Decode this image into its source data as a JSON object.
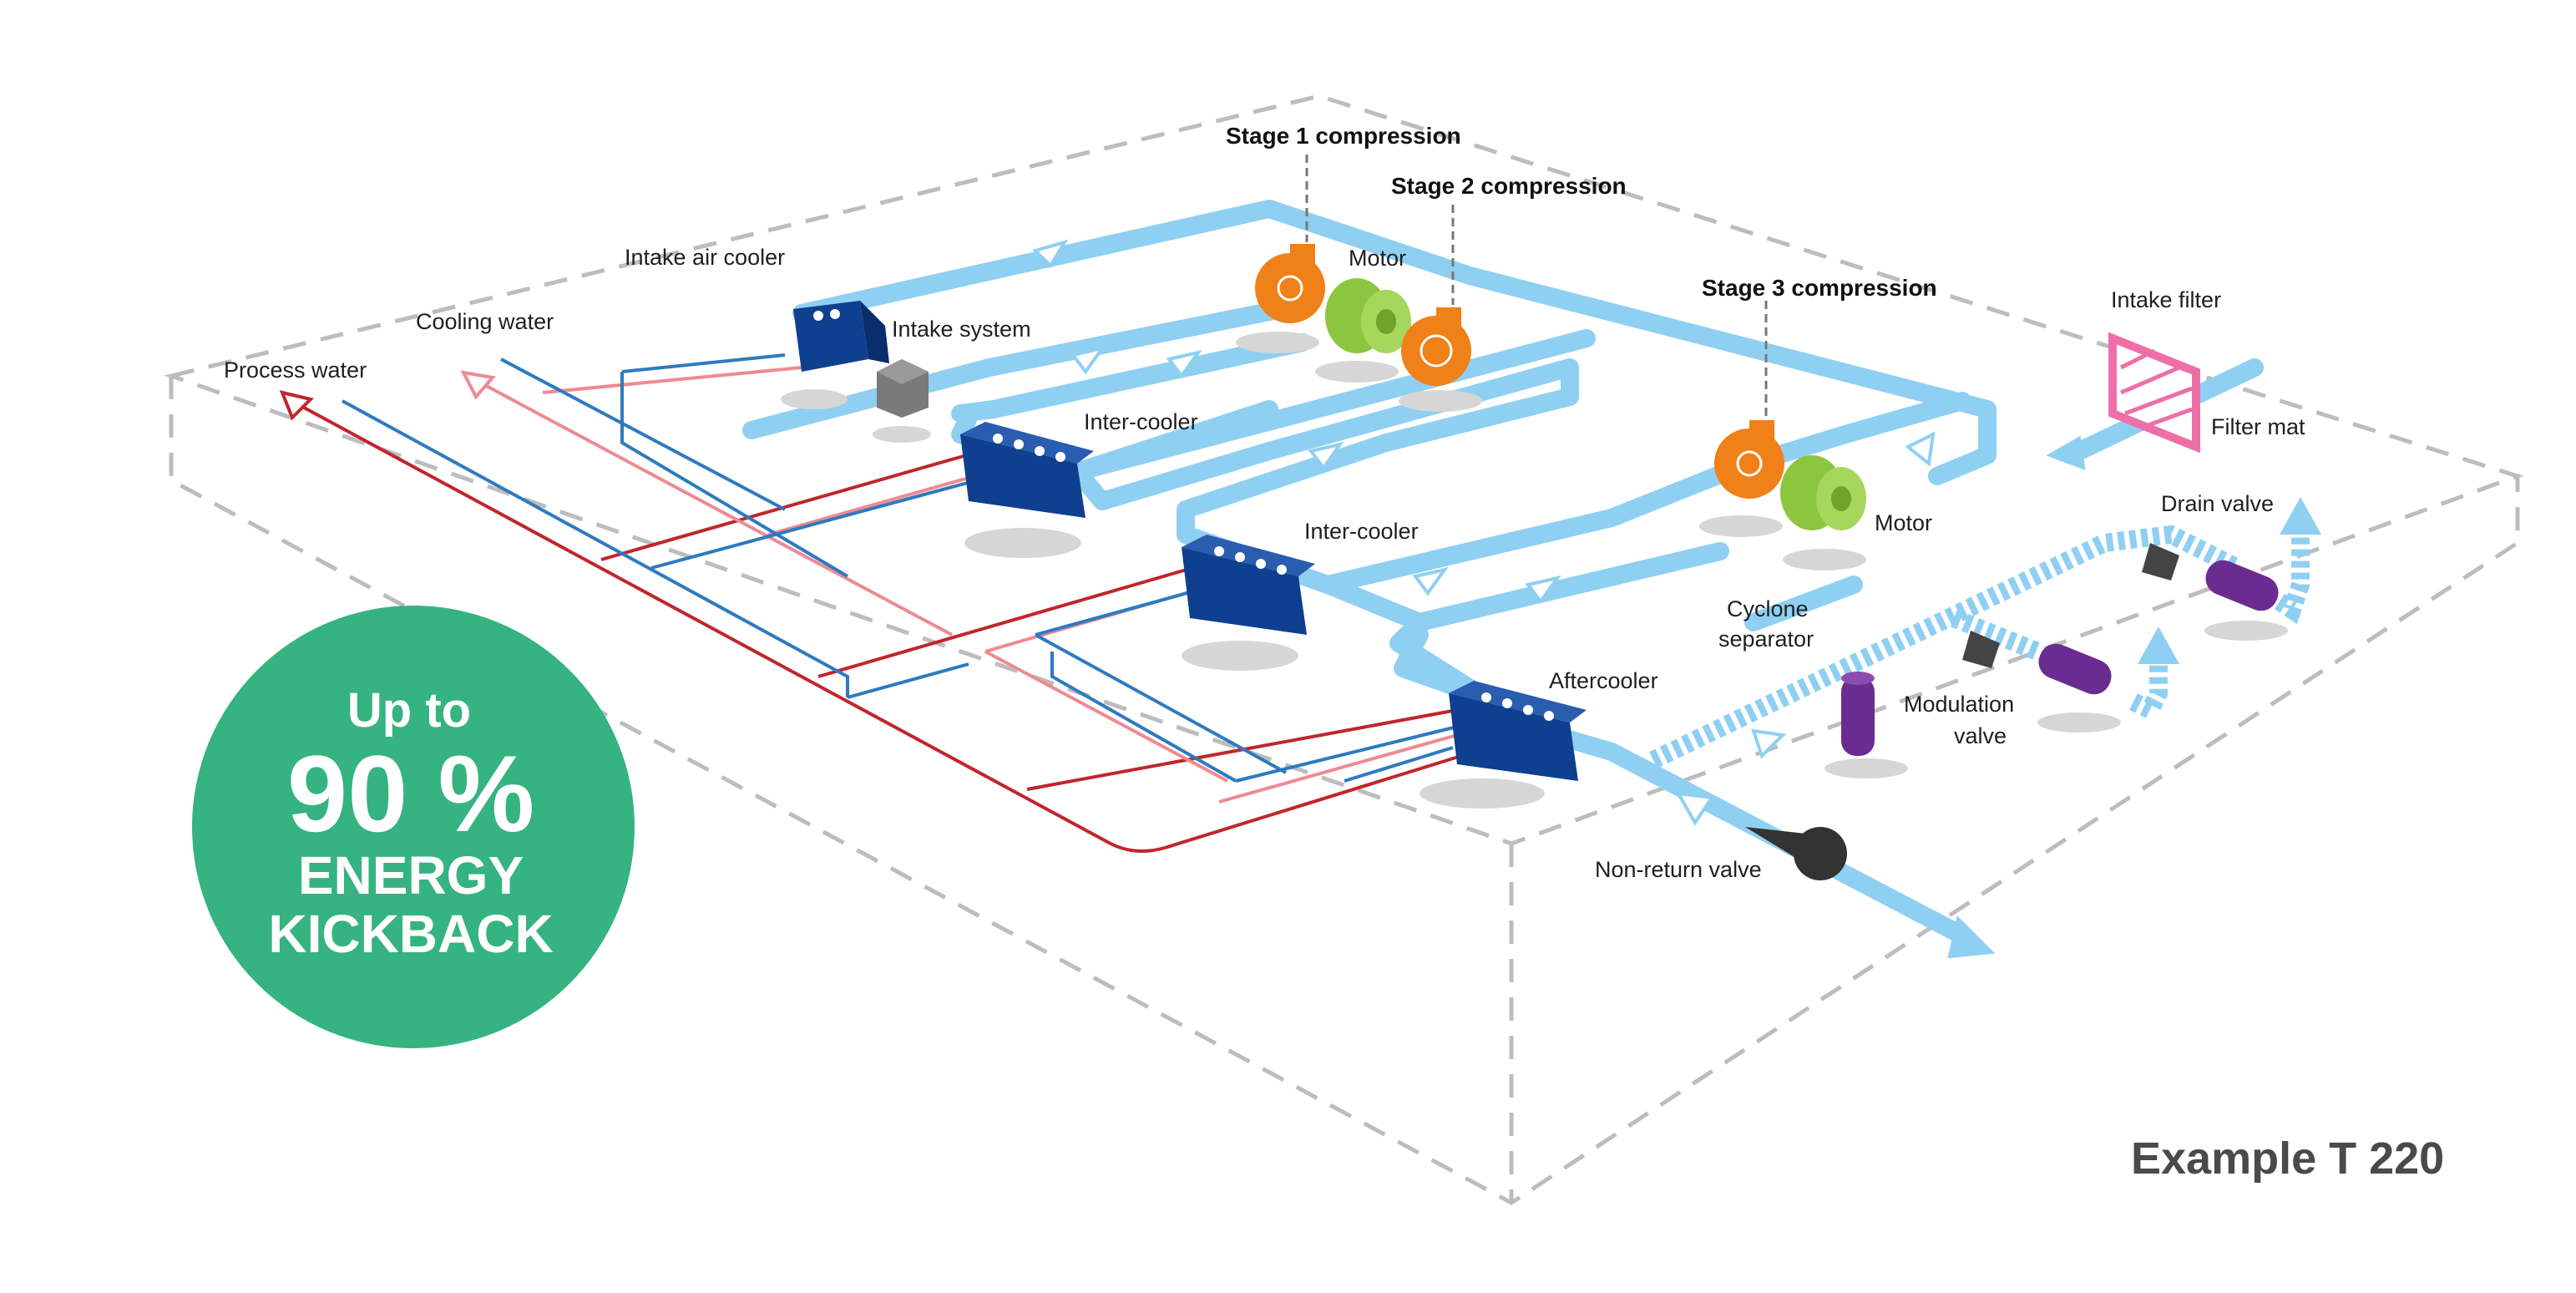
{
  "labels": {
    "stage1": "Stage 1 compression",
    "stage2": "Stage 2 compression",
    "stage3": "Stage 3 compression",
    "motor1": "Motor",
    "motor2": "Motor",
    "intake_air_cooler": "Intake air cooler",
    "cooling_water": "Cooling water",
    "process_water": "Process water",
    "intake_system": "Intake system",
    "inter_cooler_1": "Inter-cooler",
    "inter_cooler_2": "Inter-cooler",
    "aftercooler": "Aftercooler",
    "intake_filter": "Intake filter",
    "filter_mat": "Filter mat",
    "drain_valve": "Drain valve",
    "cyclone_separator_line1": "Cyclone",
    "cyclone_separator_line2": "separator",
    "modulation_valve_line1": "Modulation",
    "modulation_valve_line2": "valve",
    "non_return_valve": "Non-return valve"
  },
  "badge": {
    "line1": "Up to",
    "line2": "90 %",
    "line3": "ENERGY",
    "line4": "KICKBACK"
  },
  "example": "Example T 220",
  "colors": {
    "air_pipe": "#8fd0f2",
    "process_water": "#c0262d",
    "cooling_water_return": "#ee8a92",
    "cooling_water_supply": "#2e7ac0",
    "stage": "#f08018",
    "motor": "#8cc63f",
    "cooler": "#0f3f8f",
    "valve": "#6b2c91",
    "filter": "#ee6fa8",
    "badge": "#35b380"
  }
}
